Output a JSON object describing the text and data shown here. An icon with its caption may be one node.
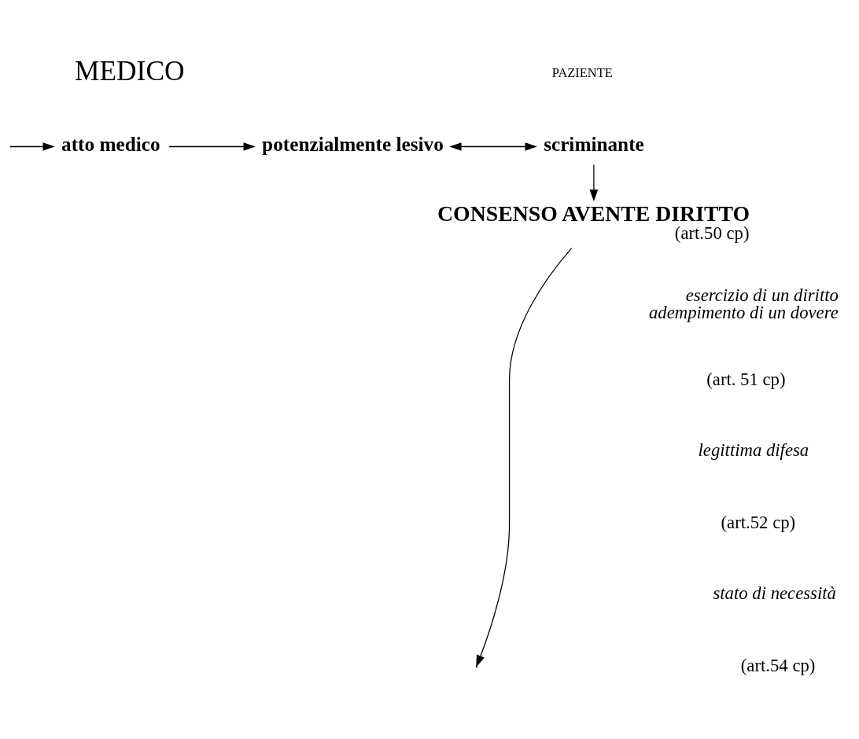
{
  "diagram": {
    "nodes": [
      {
        "text": [
          "atto medico"
        ]
      },
      {
        "text": [
          "potenzialmente lesivo"
        ]
      },
      {
        "text": [
          "scriminante"
        ]
      },
      {
        "text": [
          "CONSENSO AVENTE DIRITTO",
          "(art.50 cp)"
        ]
      }
    ],
    "edges": [
      {
        "from": null,
        "to": 0,
        "arrow": "to"
      },
      {
        "from": 0,
        "to": 1,
        "arrow": "to"
      },
      {
        "from": 1,
        "to": 2,
        "arrow": "both"
      },
      {
        "from": 2,
        "to": 3,
        "arrow": "to"
      },
      {
        "from": 3,
        "to": null,
        "arrow": "to"
      }
    ],
    "labels": [
      "MEDICO",
      "PAZIENTE",
      "esercizio di un diritto adempimento di un dovere",
      "(art. 51 cp)",
      "legittima difesa",
      "(art.52 cp)",
      "stato di necessità",
      "(art.54 cp)"
    ]
  }
}
